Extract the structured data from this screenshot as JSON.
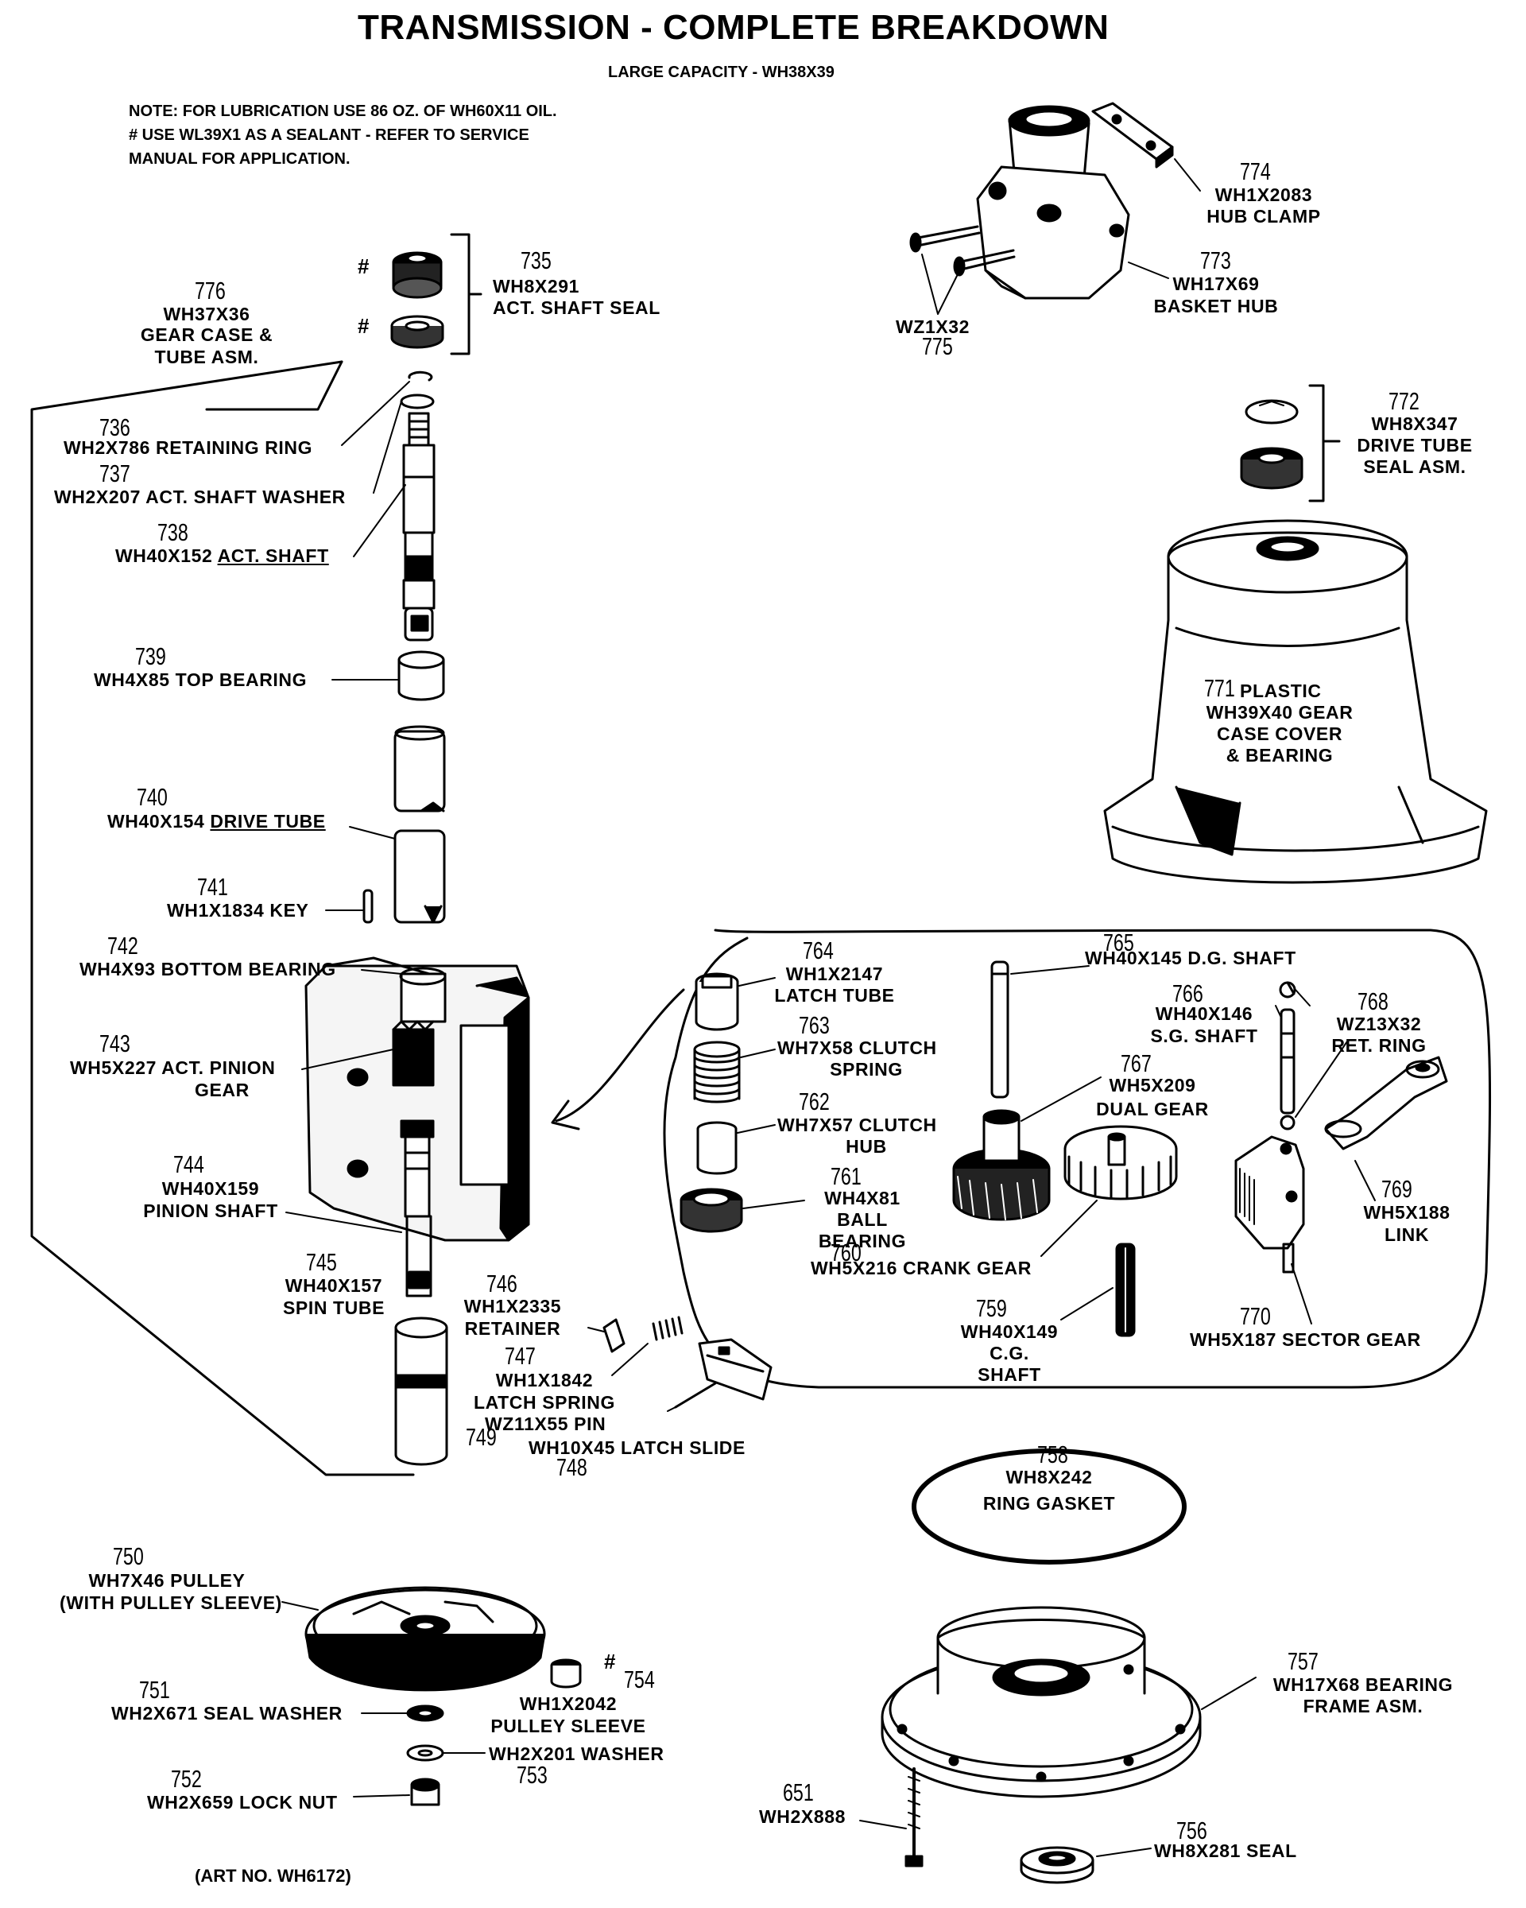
{
  "title": "TRANSMISSION - COMPLETE BREAKDOWN",
  "subtitle": "LARGE CAPACITY - WH38X39",
  "note": {
    "line1": "NOTE: FOR LUBRICATION USE 86 OZ. OF WH60X11 OIL.",
    "line2": "# USE WL39X1 AS A SEALANT - REFER TO SERVICE",
    "line3": "MANUAL FOR APPLICATION."
  },
  "art_no": "(ART NO. WH6172)",
  "hash_mark": "#",
  "parts": {
    "p735": {
      "num": "735",
      "part": "WH8X291",
      "desc": "ACT. SHAFT SEAL"
    },
    "p776": {
      "num": "776",
      "part": "WH37X36",
      "desc1": "GEAR CASE &",
      "desc2": "TUBE ASM."
    },
    "p736": {
      "num": "736",
      "label": "WH2X786 RETAINING RING"
    },
    "p737": {
      "num": "737",
      "label": "WH2X207 ACT. SHAFT WASHER"
    },
    "p738": {
      "num": "738",
      "part": "WH40X152",
      "desc": "ACT. SHAFT"
    },
    "p739": {
      "num": "739",
      "label": "WH4X85 TOP BEARING"
    },
    "p740": {
      "num": "740",
      "part": "WH40X154",
      "desc": "DRIVE TUBE"
    },
    "p741": {
      "num": "741",
      "label": "WH1X1834 KEY"
    },
    "p742": {
      "num": "742",
      "label": "WH4X93 BOTTOM BEARING"
    },
    "p743": {
      "num": "743",
      "label1": "WH5X227 ACT. PINION",
      "label2": "GEAR"
    },
    "p744": {
      "num": "744",
      "label1": "WH40X159",
      "label2": "PINION SHAFT"
    },
    "p745": {
      "num": "745",
      "label1": "WH40X157",
      "label2": "SPIN TUBE"
    },
    "p746": {
      "num": "746",
      "label1": "WH1X2335",
      "label2": "RETAINER"
    },
    "p747": {
      "num": "747",
      "label1": "WH1X1842",
      "label2": "LATCH SPRING"
    },
    "p748": {
      "num": "748",
      "label": "WH10X45 LATCH SLIDE"
    },
    "p749": {
      "num": "749",
      "label": "WZ11X55 PIN"
    },
    "p750": {
      "num": "750",
      "label1": "WH7X46 PULLEY",
      "label2": "(WITH PULLEY SLEEVE)"
    },
    "p751": {
      "num": "751",
      "label": "WH2X671 SEAL WASHER"
    },
    "p752": {
      "num": "752",
      "label": "WH2X659 LOCK NUT"
    },
    "p753": {
      "num": "753",
      "label": "WH2X201 WASHER"
    },
    "p754": {
      "num": "754",
      "label1": "WH1X2042",
      "label2": "PULLEY SLEEVE"
    },
    "p756": {
      "num": "756",
      "label": "WH8X281 SEAL"
    },
    "p757": {
      "num": "757",
      "label1": "WH17X68 BEARING",
      "label2": "FRAME ASM."
    },
    "p758": {
      "num": "758",
      "label1": "WH8X242",
      "label2": "RING GASKET"
    },
    "p759": {
      "num": "759",
      "label1": "WH40X149",
      "label2": "C.G.",
      "label3": "SHAFT"
    },
    "p760": {
      "num": "760",
      "label": "WH5X216 CRANK GEAR"
    },
    "p761": {
      "num": "761",
      "label1": "WH4X81",
      "label2": "BALL",
      "label3": "BEARING"
    },
    "p762": {
      "num": "762",
      "label1": "WH7X57 CLUTCH",
      "label2": "HUB"
    },
    "p763": {
      "num": "763",
      "label1": "WH7X58 CLUTCH",
      "label2": "SPRING"
    },
    "p764": {
      "num": "764",
      "label1": "WH1X2147",
      "label2": "LATCH TUBE"
    },
    "p765": {
      "num": "765",
      "label": "WH40X145 D.G. SHAFT"
    },
    "p766": {
      "num": "766",
      "label1": "WH40X146",
      "label2": "S.G. SHAFT"
    },
    "p767": {
      "num": "767",
      "label1": "WH5X209",
      "label2": "DUAL GEAR"
    },
    "p768": {
      "num": "768",
      "label1": "WZ13X32",
      "label2": "RET. RING"
    },
    "p769": {
      "num": "769",
      "label1": "WH5X188",
      "label2": "LINK"
    },
    "p770": {
      "num": "770",
      "label": "WH5X187 SECTOR GEAR"
    },
    "p771": {
      "num": "771",
      "label1": "PLASTIC",
      "label2": "WH39X40 GEAR",
      "label3": "CASE COVER",
      "label4": "& BEARING"
    },
    "p772": {
      "num": "772",
      "label1": "WH8X347",
      "label2": "DRIVE TUBE",
      "label3": "SEAL ASM."
    },
    "p773": {
      "num": "773",
      "label1": "WH17X69",
      "label2": "BASKET HUB"
    },
    "p774": {
      "num": "774",
      "label1": "WH1X2083",
      "label2": "HUB CLAMP"
    },
    "p775": {
      "num": "775",
      "label": "WZ1X32"
    },
    "p651": {
      "num": "651",
      "label": "WH2X888"
    }
  }
}
